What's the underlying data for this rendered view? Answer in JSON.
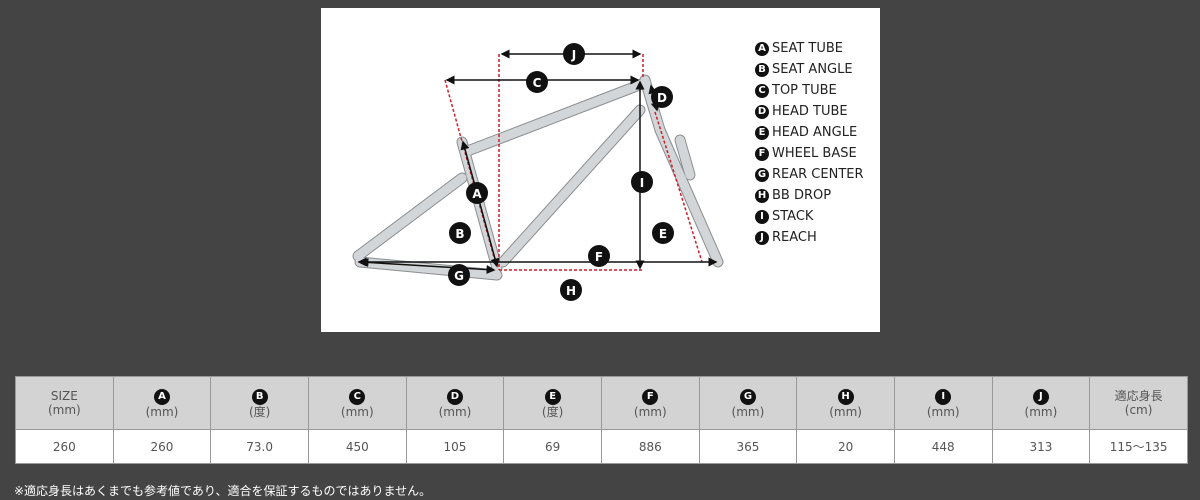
{
  "legend": [
    {
      "key": "A",
      "label": "SEAT TUBE"
    },
    {
      "key": "B",
      "label": "SEAT ANGLE"
    },
    {
      "key": "C",
      "label": "TOP TUBE"
    },
    {
      "key": "D",
      "label": "HEAD TUBE"
    },
    {
      "key": "E",
      "label": "HEAD ANGLE"
    },
    {
      "key": "F",
      "label": "WHEEL BASE"
    },
    {
      "key": "G",
      "label": "REAR CENTER"
    },
    {
      "key": "H",
      "label": "BB DROP"
    },
    {
      "key": "I",
      "label": "STACK"
    },
    {
      "key": "J",
      "label": "REACH"
    }
  ],
  "table": {
    "first_header": {
      "title": "SIZE",
      "unit": "(mm)"
    },
    "headers": [
      {
        "key": "A",
        "unit": "(mm)"
      },
      {
        "key": "B",
        "unit": "(度)"
      },
      {
        "key": "C",
        "unit": "(mm)"
      },
      {
        "key": "D",
        "unit": "(mm)"
      },
      {
        "key": "E",
        "unit": "(度)"
      },
      {
        "key": "F",
        "unit": "(mm)"
      },
      {
        "key": "G",
        "unit": "(mm)"
      },
      {
        "key": "H",
        "unit": "(mm)"
      },
      {
        "key": "I",
        "unit": "(mm)"
      },
      {
        "key": "J",
        "unit": "(mm)"
      }
    ],
    "last_header": {
      "title": "適応身長",
      "unit": "(cm)"
    },
    "row": [
      "260",
      "260",
      "73.0",
      "450",
      "105",
      "69",
      "886",
      "365",
      "20",
      "448",
      "313",
      "115～135"
    ]
  },
  "note": "※適応身長はあくまでも参考値であり、適合を保証するものではありません。",
  "colors": {
    "dimension_dash": "#cc1f2a",
    "frame": "#d2d6d8"
  }
}
